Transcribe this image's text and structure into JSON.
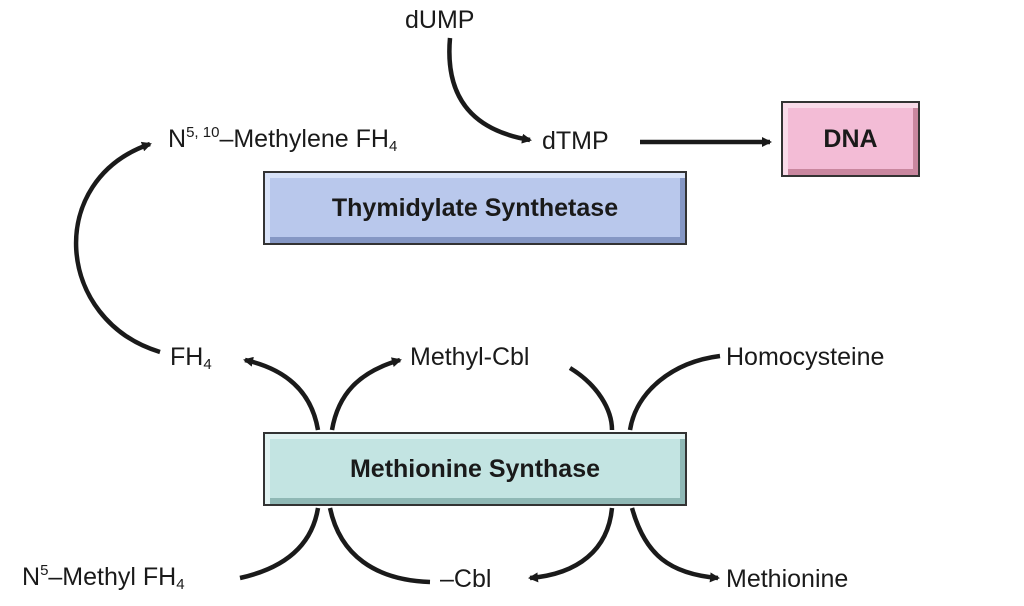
{
  "metabolites": {
    "dump": "dUMP",
    "dtmp": "dTMP",
    "methylene_fh4": {
      "n": "N",
      "sup": "5, 10",
      "rest": "–Methylene FH",
      "sub": "4"
    },
    "fh4": {
      "base": "FH",
      "sub": "4"
    },
    "methyl_cbl": "Methyl-Cbl",
    "homocysteine": "Homocysteine",
    "methyl_fh4": {
      "n": "N",
      "sup": "5",
      "rest": "–Methyl FH",
      "sub": "4"
    },
    "cbl": "–Cbl",
    "methionine": "Methionine"
  },
  "enzymes": {
    "thymidylate_synthetase": "Thymidylate Synthetase",
    "methionine_synthase": "Methionine Synthase"
  },
  "product": {
    "dna": "DNA"
  },
  "colors": {
    "thymidylate_box": "#b9c8ec",
    "methionine_box": "#c3e4e2",
    "dna_box": "#f3bcd6",
    "arrow": "#1a1a1a"
  }
}
